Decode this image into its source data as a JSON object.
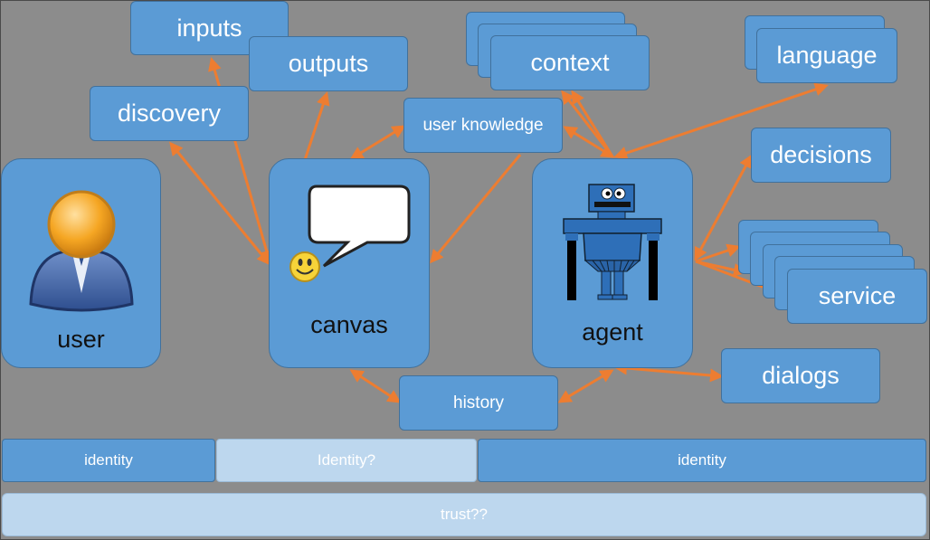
{
  "nodes": {
    "inputs": "inputs",
    "outputs": "outputs",
    "discovery": "discovery",
    "context": "context",
    "language": "language",
    "user_knowledge": "user knowledge",
    "decisions": "decisions",
    "service": "service",
    "dialogs": "dialogs",
    "history": "history"
  },
  "panels": {
    "user": "user",
    "canvas": "canvas",
    "agent": "agent"
  },
  "bars": {
    "identity_left": "identity",
    "identity_middle": "Identity?",
    "identity_right": "identity",
    "trust": "trust??"
  },
  "colors": {
    "background": "#8c8c8c",
    "box_fill": "#5b9bd5",
    "box_light": "#bdd7ee",
    "arrow": "#ed7d31"
  }
}
